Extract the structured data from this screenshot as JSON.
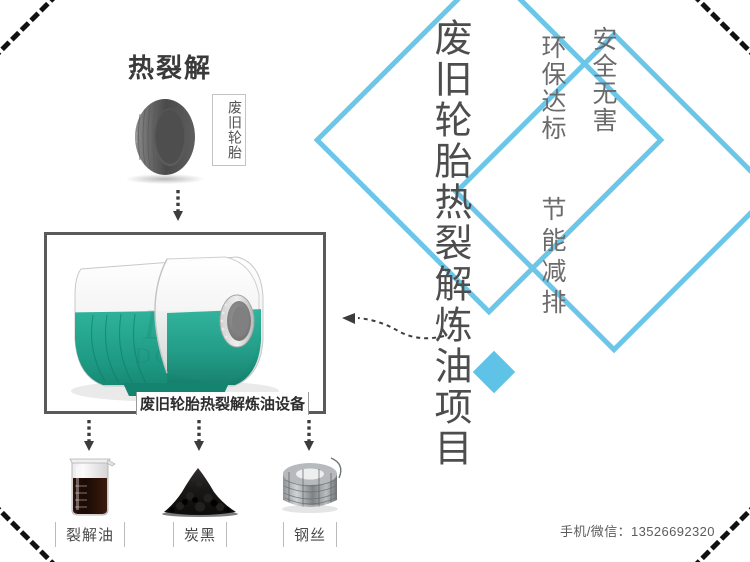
{
  "poster": {
    "main_title": "废旧轮胎热裂解炼油项目",
    "slogans": [
      {
        "id": "safety",
        "text": "安全无害"
      },
      {
        "id": "eco",
        "text": "环保达标"
      },
      {
        "id": "saving",
        "text": "节能减排"
      }
    ],
    "contact": "手机/微信：13526692320",
    "accent_color": "#6cc6e8",
    "accent_solid_color": "#5ec3e6",
    "text_color": "#4d4d4d"
  },
  "flow": {
    "heading": "热裂解",
    "input": {
      "label": "废旧轮胎",
      "icon": "tire-image"
    },
    "equipment": {
      "caption": "废旧轮胎热裂解炼油设备",
      "brand_watermark": "DOING",
      "body_color": "#20a089",
      "shell_color": "#f1f1f1"
    },
    "outputs": [
      {
        "label": "裂解油",
        "icon": "beaker-of-oil-image"
      },
      {
        "label": "炭黑",
        "icon": "carbon-black-pile-image"
      },
      {
        "label": "钢丝",
        "icon": "steel-wire-coil-image"
      }
    ],
    "arrow_icons": {
      "down": "dashed-down-arrow-icon",
      "curve": "dashed-curved-left-arrow-icon"
    }
  },
  "decor": {
    "corner_dashes": [
      "top-left",
      "top-right",
      "bottom-left",
      "bottom-right"
    ],
    "diamonds": [
      "diamond-outline-large",
      "diamond-outline-small",
      "diamond-solid-accent"
    ]
  }
}
